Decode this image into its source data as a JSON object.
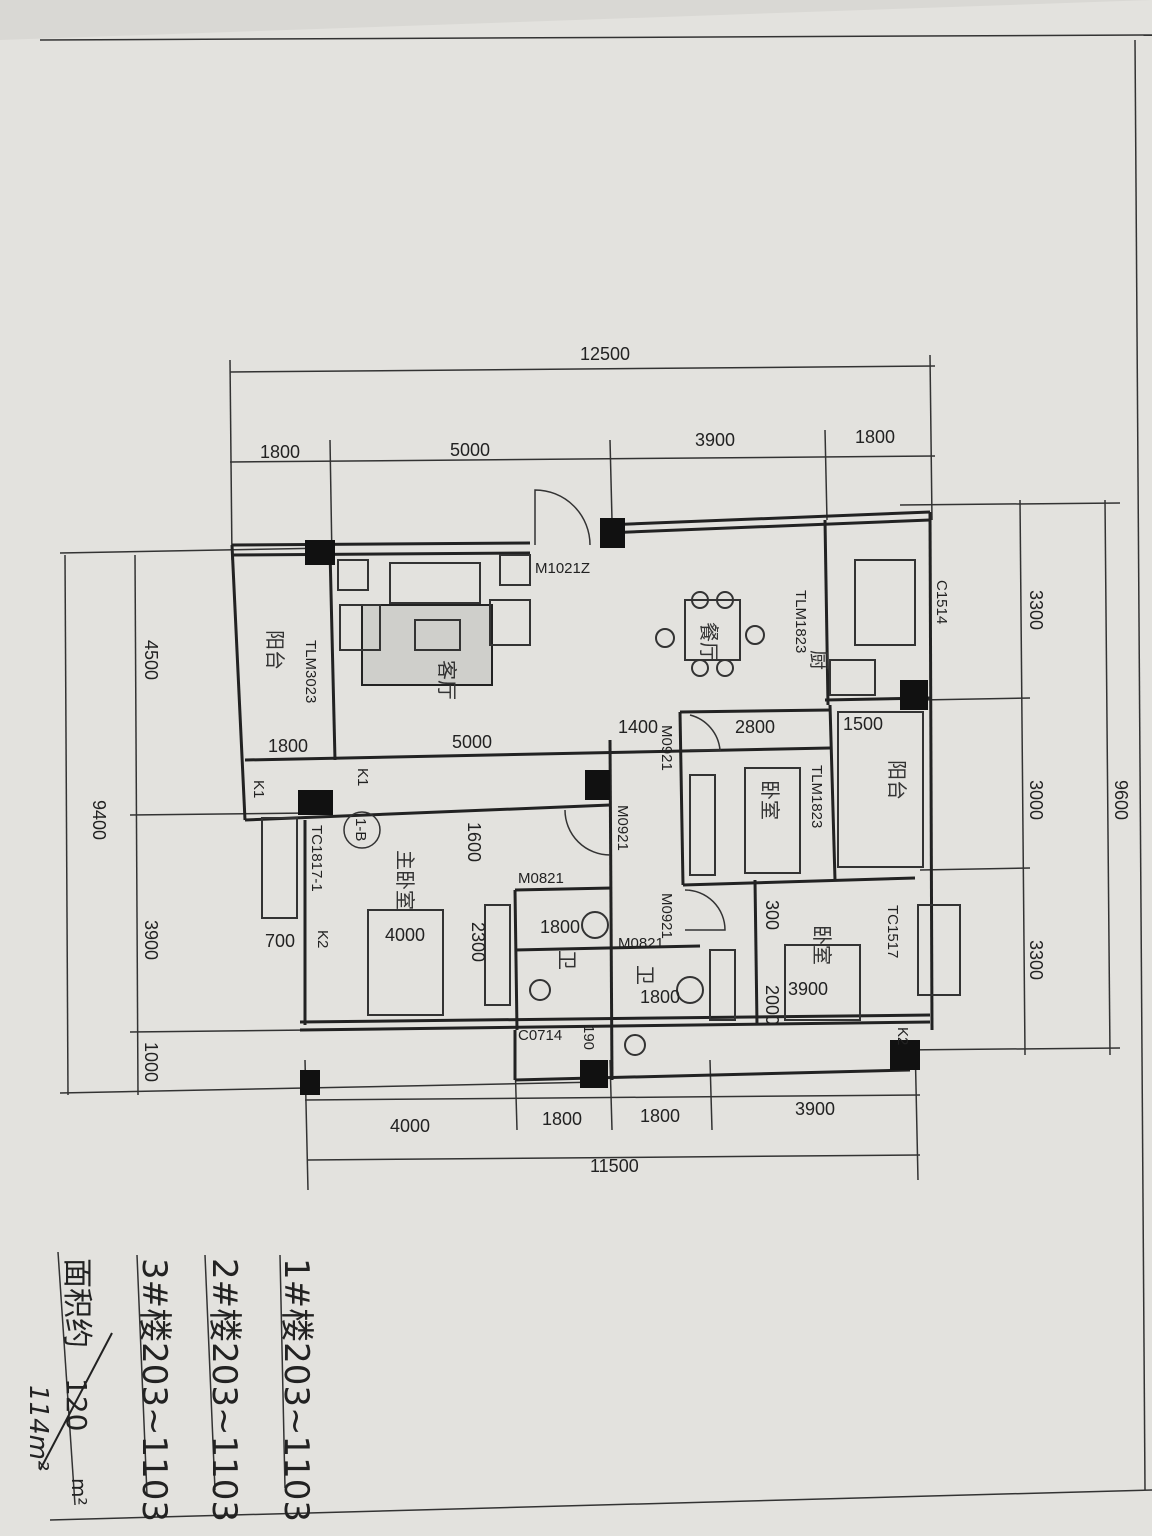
{
  "plan": {
    "dims_top": {
      "total": "12500",
      "seg1": "1800",
      "seg2": "5000",
      "seg3": "3900",
      "seg4": "1800"
    },
    "dims_right": {
      "total": "9600",
      "seg1": "3300",
      "seg2": "3000",
      "seg3": "3300"
    },
    "dims_left": {
      "total": "9400",
      "seg1": "4500",
      "seg2": "3900",
      "seg3": "1000"
    },
    "dims_bottom": {
      "total": "11500",
      "seg1": "4000",
      "seg2": "1800",
      "seg3": "1800",
      "seg4": "3900"
    },
    "inner_dims": {
      "balcony_w": "1800",
      "living_w": "5000",
      "hall": "1400",
      "bed2_w": "2800",
      "balcony2_w": "1500",
      "master_a": "1600",
      "master_w": "4000",
      "master_b": "2300",
      "bath1": "1800",
      "bath2": "1800",
      "k_gap": "700",
      "bed3_a": "300",
      "bed3_w": "3900",
      "bed3_b": "2000",
      "c_gap": "190"
    },
    "rooms": {
      "balcony1": "阳台",
      "living": "客厅",
      "dining": "餐厅",
      "kitchen": "厨",
      "bedroom2": "卧室",
      "balcony2": "阳台",
      "master": "主卧室",
      "bedroom3": "卧室",
      "bath1": "卫",
      "bath2": "卫"
    },
    "codes": {
      "entry_door": "M1021Z",
      "balcony_door": "TLM3023",
      "dining_door": "TLM1823",
      "kitchen_window": "C1514",
      "bed2_balcony_door": "TLM1823",
      "bed2_door": "M0921",
      "hall_door": "M0921",
      "bed3_door": "M0921",
      "bath1_door": "M0821",
      "bath2_door": "M0821",
      "bath_window": "C0714",
      "master_window": "TC1817-1",
      "bed3_window": "TC1517",
      "k1a": "K1",
      "k1b": "K1",
      "k2a": "K2",
      "k2b": "K2",
      "section": "1-B"
    }
  },
  "legend": {
    "line1": "1#楼203~1103",
    "line2": "2#楼203~1103",
    "line3": "3#楼203~1103",
    "area_label": "面积约",
    "area_value": "120",
    "area_unit": "m²",
    "handwritten": "114m²"
  }
}
